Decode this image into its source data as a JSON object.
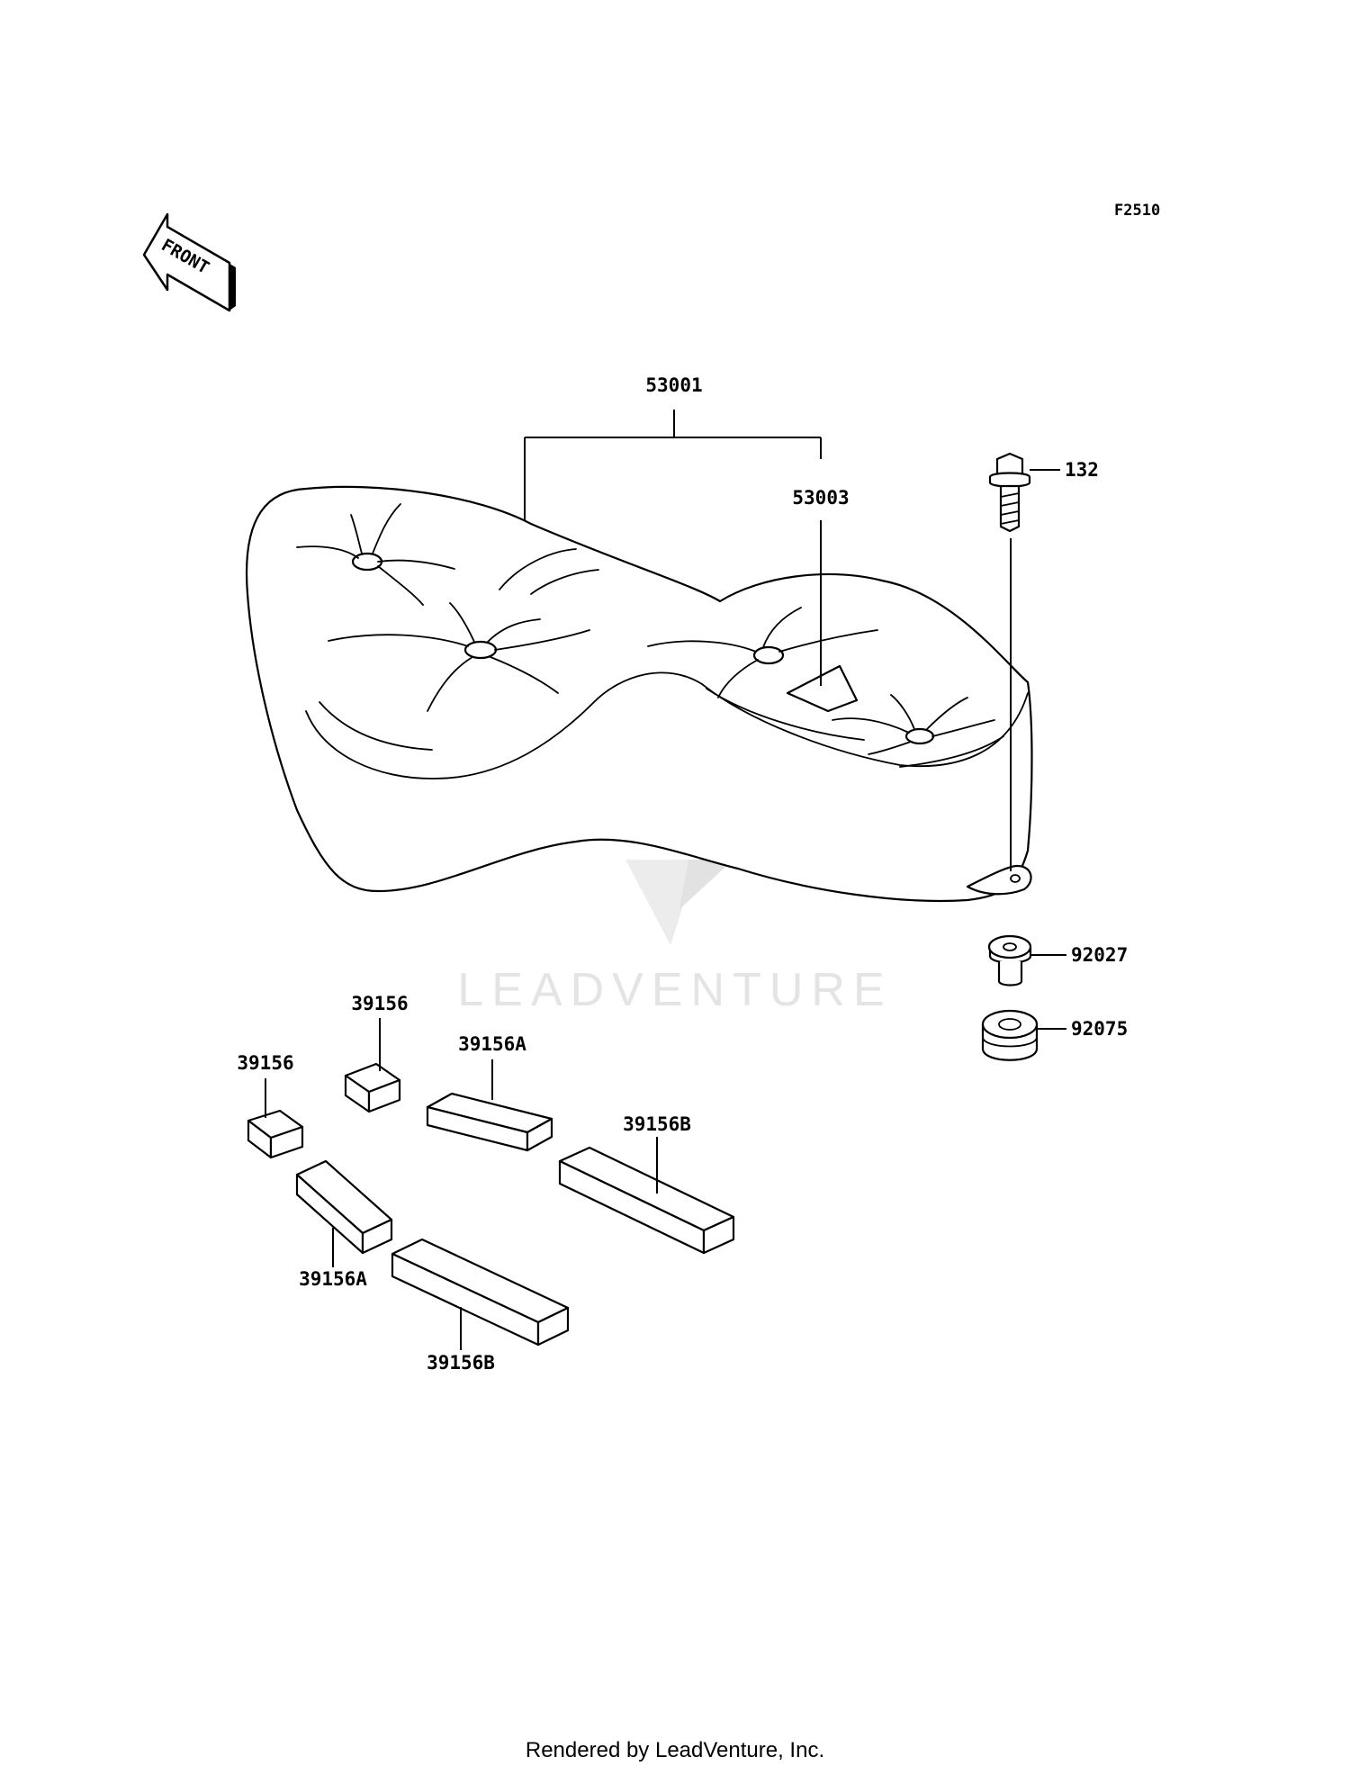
{
  "figure_code": "F2510",
  "front_label": "FRONT",
  "watermark": "LEADVENTURE",
  "credit": "Rendered by LeadVenture, Inc.",
  "parts": {
    "seat_assembly": "53001",
    "label": "53003",
    "bolt": "132",
    "collar": "92027",
    "damper": "92075",
    "pad_left": "39156",
    "pad_center": "39156",
    "pad_a_upper": "39156A",
    "pad_a_lower": "39156A",
    "pad_b_right": "39156B",
    "pad_b_lower": "39156B"
  }
}
